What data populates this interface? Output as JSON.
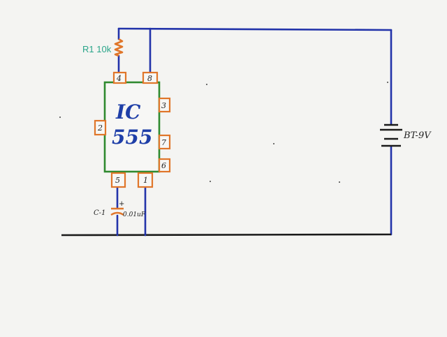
{
  "labels": {
    "resistor": "R1 10k",
    "chip_line1": "IC",
    "chip_line2": "555",
    "battery": "BT-9V",
    "capacitor": "C-1",
    "capacitor_value": "0.01uF",
    "capacitor_polarity": "+"
  },
  "pins": {
    "p1": "1",
    "p2": "2",
    "p3": "3",
    "p4": "4",
    "p5": "5",
    "p6": "6",
    "p7": "7",
    "p8": "8"
  },
  "colors": {
    "wire": "#2233aa",
    "ground": "#1a1a1a",
    "pin": "#e0762a",
    "chip": "#2f8a2f",
    "resistor_label": "#2aa58a",
    "chip_text": "#1f3fa8"
  }
}
